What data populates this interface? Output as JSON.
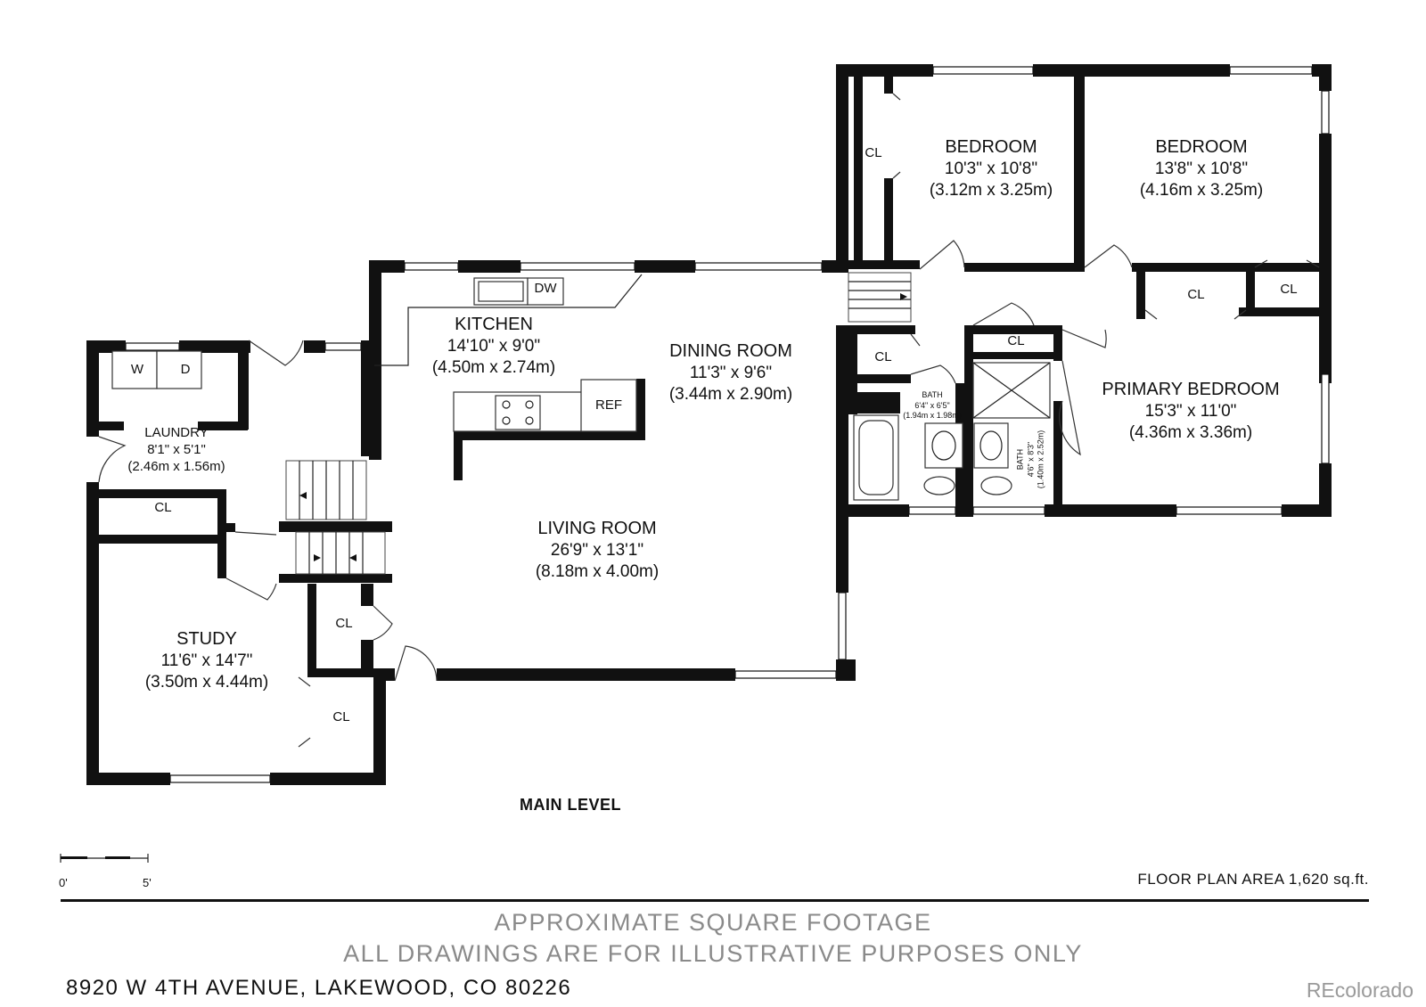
{
  "rooms": {
    "bedroom_2": {
      "name": "BEDROOM",
      "dim_ft": "10'3\" x 10'8\"",
      "dim_m": "(3.12m x 3.25m)"
    },
    "bedroom_3": {
      "name": "BEDROOM",
      "dim_ft": "13'8\" x 10'8\"",
      "dim_m": "(4.16m x 3.25m)"
    },
    "kitchen": {
      "name": "KITCHEN",
      "dim_ft": "14'10\" x 9'0\"",
      "dim_m": "(4.50m x 2.74m)"
    },
    "dining": {
      "name": "DINING ROOM",
      "dim_ft": "11'3\" x 9'6\"",
      "dim_m": "(3.44m x 2.90m)"
    },
    "laundry": {
      "name": "LAUNDRY",
      "dim_ft": "8'1\" x 5'1\"",
      "dim_m": "(2.46m x 1.56m)"
    },
    "living": {
      "name": "LIVING ROOM",
      "dim_ft": "26'9\" x 13'1\"",
      "dim_m": "(8.18m x 4.00m)"
    },
    "primary": {
      "name": "PRIMARY BEDROOM",
      "dim_ft": "15'3\" x 11'0\"",
      "dim_m": "(4.36m x 3.36m)"
    },
    "study": {
      "name": "STUDY",
      "dim_ft": "11'6\" x 14'7\"",
      "dim_m": "(3.50m x 4.44m)"
    },
    "bath_1": {
      "name": "BATH",
      "dim_ft": "6'4\" x 6'5\"",
      "dim_m": "(1.94m x 1.98m)"
    },
    "bath_2": {
      "name": "BATH",
      "dim_ft": "4'6\" x 8'3\"",
      "dim_m": "(1.40m x 2.52m)"
    }
  },
  "closet_label": "CL",
  "fixtures": {
    "dishwasher": "DW",
    "refrigerator": "REF",
    "washer": "W",
    "dryer": "D"
  },
  "level_title": "MAIN LEVEL",
  "scale": {
    "start": "0'",
    "end": "5'"
  },
  "area_label": "FLOOR PLAN AREA 1,620 sq.ft.",
  "disclaimer": {
    "line1": "APPROXIMATE SQUARE FOOTAGE",
    "line2": "ALL DRAWINGS ARE FOR ILLUSTRATIVE PURPOSES ONLY"
  },
  "address": "8920 W 4TH AVENUE, LAKEWOOD, CO 80226",
  "brand": "REcolorado",
  "colors": {
    "wall": "#111111",
    "disclaimer_text": "#8a8a8a",
    "brand_text": "#9a9a9a"
  }
}
